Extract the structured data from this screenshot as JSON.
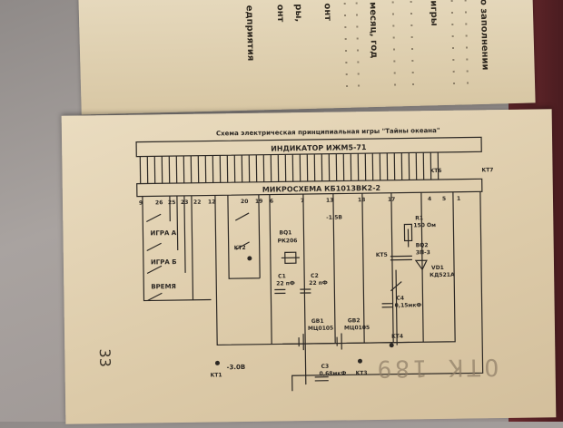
{
  "top_page": {
    "lines": [
      "о заполнении",
      "игры",
      "месяц, год",
      "онт",
      "ры,",
      "онт",
      "едприятия"
    ]
  },
  "schematic": {
    "title": "Схема электрическая принципиальная игры \"Тайны океана\"",
    "indicator": "ИНДИКАТОР ИЖМ5-71",
    "chip": "МИКРОСХЕМА КБ1013ВК2-2",
    "pins": [
      "9",
      "26",
      "25",
      "23",
      "22",
      "12",
      "20",
      "19",
      "6",
      "7",
      "13",
      "18",
      "17",
      "4",
      "5",
      "1"
    ],
    "switches": [
      "ИГРА А",
      "ИГРА Б",
      "ВРЕМЯ"
    ],
    "bq1": [
      "BQ1",
      "РК206"
    ],
    "c1": [
      "C1",
      "22 пФ"
    ],
    "c2": [
      "C2",
      "22 пФ"
    ],
    "voltage_15": "-1.5В",
    "voltage_30": "-3.0В",
    "r1": [
      "R1",
      "150 Ом"
    ],
    "bq2": [
      "BQ2",
      "ЗП-3"
    ],
    "vd1": [
      "VD1",
      "КД521А"
    ],
    "c4": [
      "C4",
      "0,15мкФ"
    ],
    "gb1": [
      "GB1",
      "МЦ0105"
    ],
    "gb2": [
      "GB2",
      "МЦ0105"
    ],
    "c3": [
      "C3",
      "0,68мкФ"
    ],
    "test_points": [
      "KT1",
      "KT2",
      "KT3",
      "KT4",
      "KT5",
      "KT6",
      "KT7"
    ]
  },
  "page_number": "33",
  "stamp": "ОТК 189"
}
